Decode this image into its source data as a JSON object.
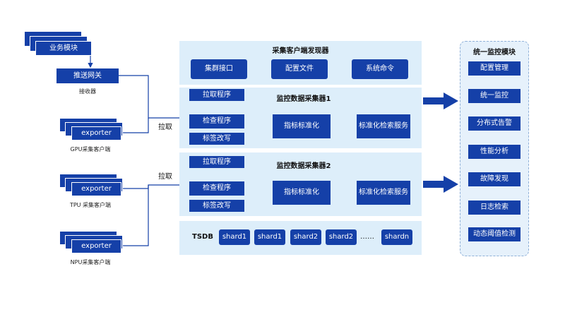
{
  "left": {
    "business_module": "业务模块",
    "push_gateway": "推送网关",
    "receiver": "接收器",
    "exporter": "exporter",
    "gpu_client": "GPU采集客户端",
    "tpu_client": "TPU 采集客户端",
    "npu_client": "NPU采集客户端",
    "pull_label": "拉取"
  },
  "discovery": {
    "title": "采集客户端发现器",
    "items": [
      "集群接口",
      "配置文件",
      "系统命令"
    ]
  },
  "collectors": [
    {
      "title": "监控数据采集器1",
      "pull_program": "拉取程序",
      "check_program": "检查程序",
      "relabel": "标签改写",
      "normalize": "指标标准化",
      "search_service": "标准化检索服务"
    },
    {
      "title": "监控数据采集器2",
      "pull_program": "拉取程序",
      "check_program": "检查程序",
      "relabel": "标签改写",
      "normalize": "指标标准化",
      "search_service": "标准化检索服务"
    }
  ],
  "tsdb": {
    "label": "TSDB",
    "shards": [
      "shard1",
      "shard1",
      "shard2",
      "shard2"
    ],
    "ellipsis": "……",
    "last_shard": "shardn"
  },
  "monitor": {
    "title": "统一监控模块",
    "items": [
      "配置管理",
      "统一监控",
      "分布式告警",
      "性能分析",
      "故障发现",
      "日志检索",
      "动态阈值检测"
    ]
  },
  "colors": {
    "accent": "#1540a8",
    "panel": "#ddeefa"
  }
}
